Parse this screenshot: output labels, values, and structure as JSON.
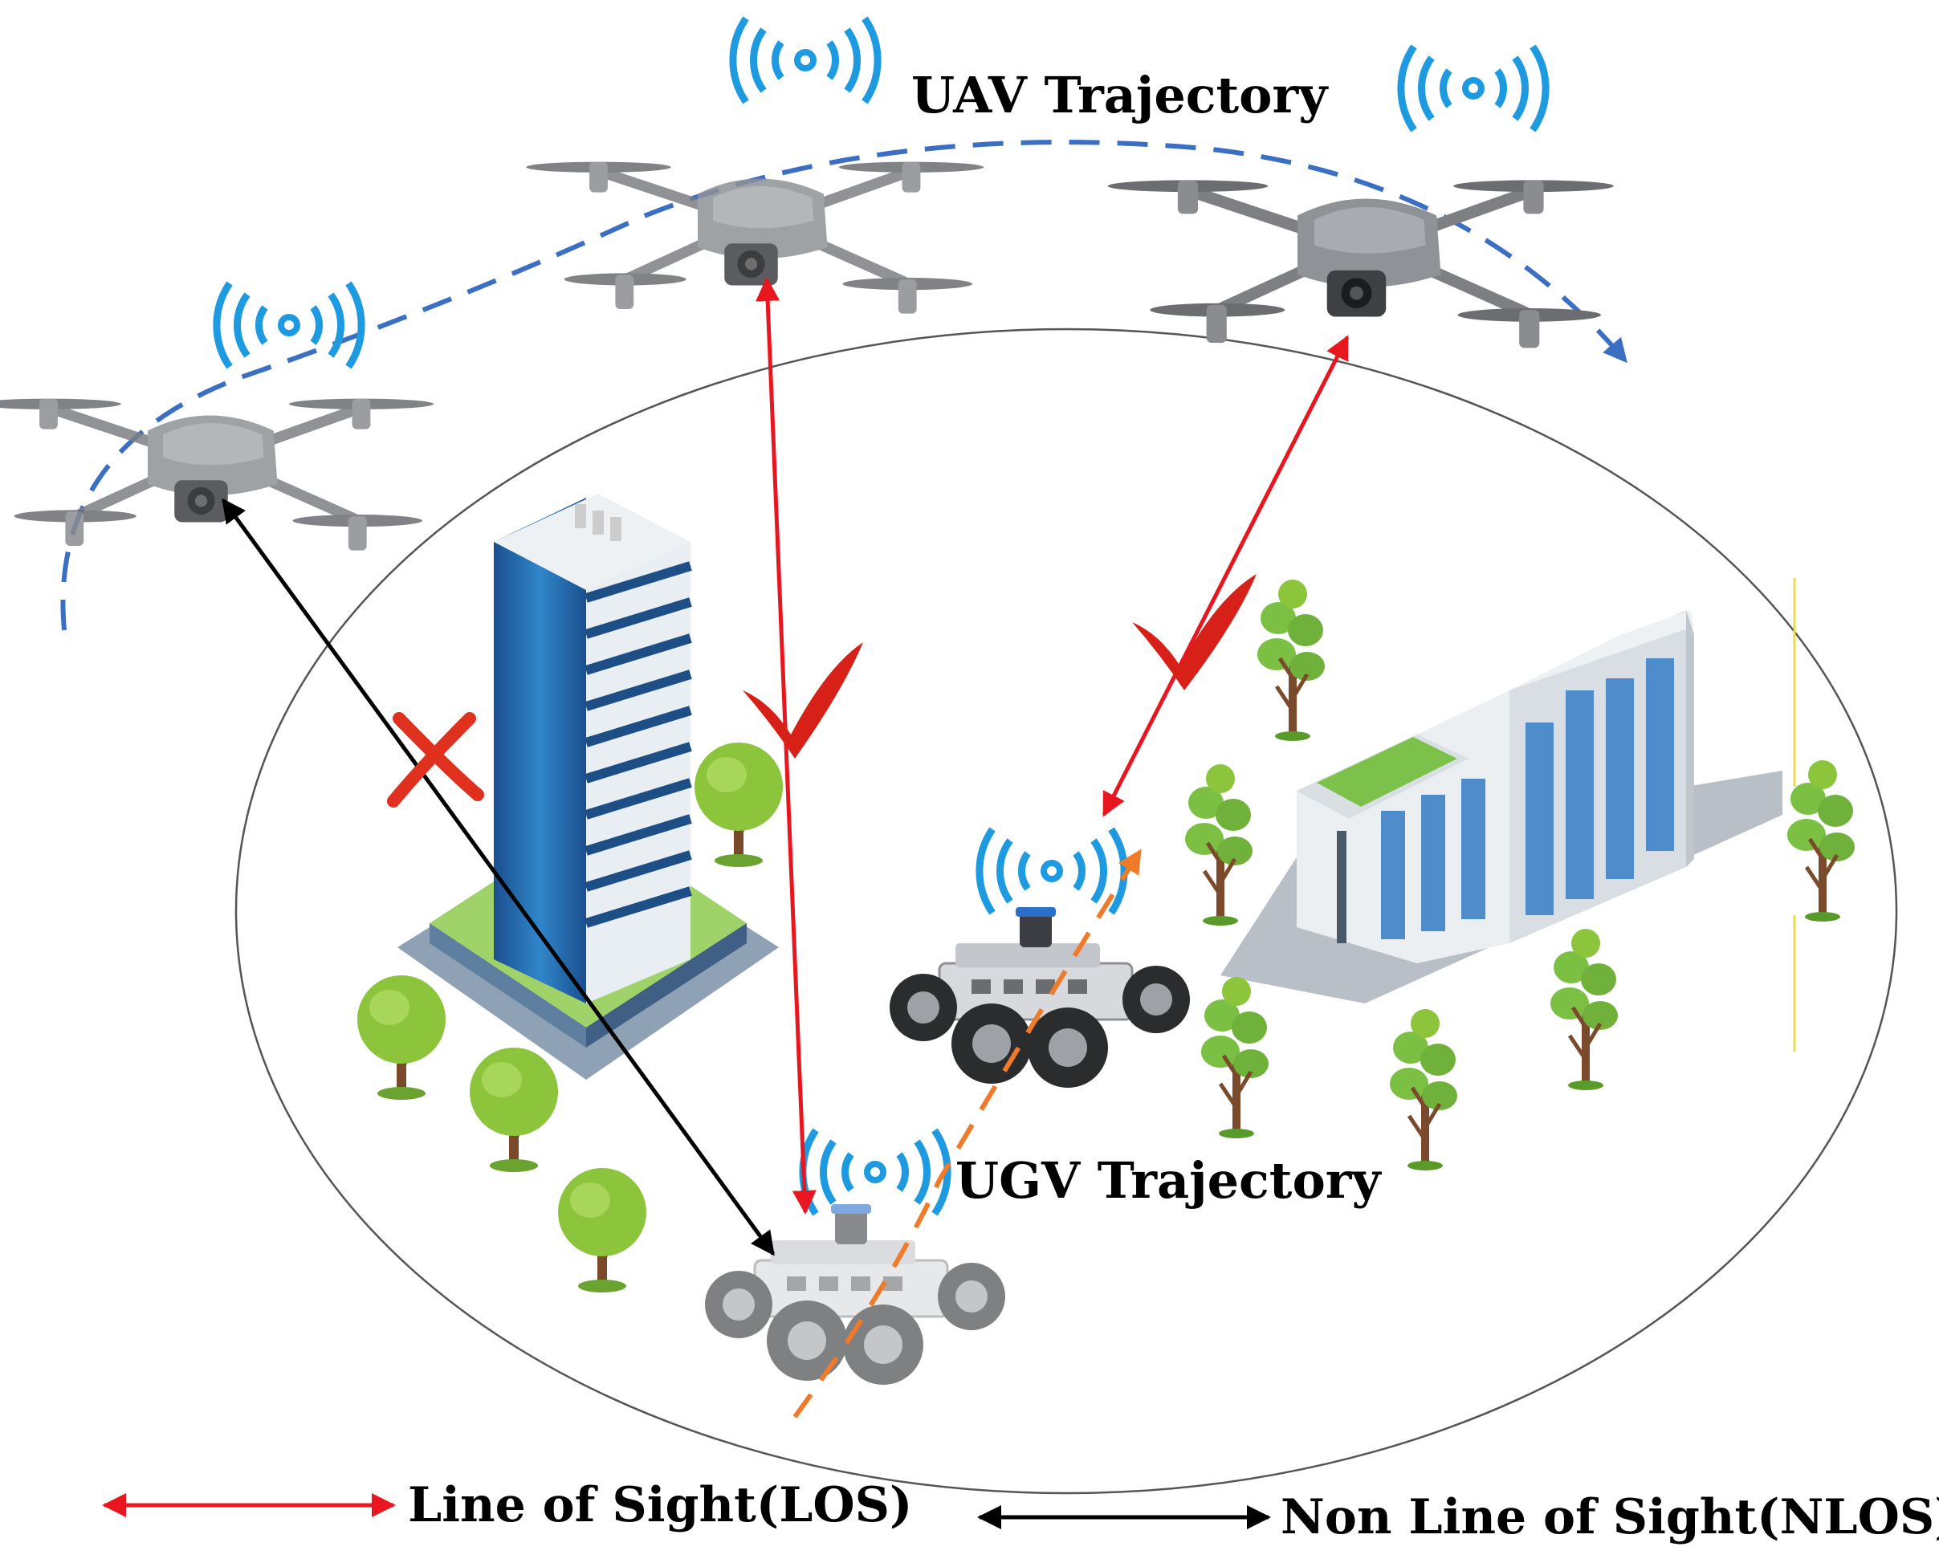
{
  "labels": {
    "uav_trajectory": "UAV Trajectory",
    "ugv_trajectory": "UGV Trajectory"
  },
  "legend": {
    "los": "Line of Sight(LOS)",
    "nlos": "Non Line of Sight(NLOS)"
  },
  "colors": {
    "los_arrow": "#e8171f",
    "nlos_arrow": "#000000",
    "uav_trajectory": "#3a6fc4",
    "ugv_trajectory": "#ee7a2a",
    "signal": "#1e9ae0",
    "check_mark": "#d62018",
    "cross_mark": "#e0301e",
    "area_outline": "#555555"
  },
  "icons": {
    "uav": "drone-icon",
    "ugv": "ground-robot-icon",
    "signal": "wireless-signal-icon",
    "tree": "tree-icon",
    "building": "building-icon"
  }
}
